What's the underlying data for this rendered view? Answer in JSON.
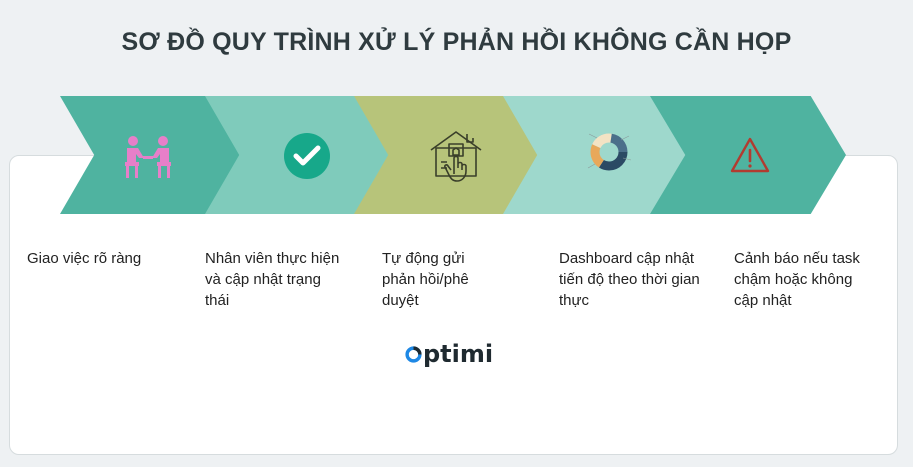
{
  "title": "SƠ ĐỒ QUY TRÌNH XỬ LÝ PHẢN HỒI KHÔNG CẦN HỌP",
  "steps": [
    {
      "label": "Giao việc rõ ràng",
      "icon": "people-meeting-icon"
    },
    {
      "label": "Nhân viên thực hiện và cập nhật trạng thái",
      "icon": "checkmark-icon"
    },
    {
      "label": "Tự động gửi phản hồi/phê duyệt",
      "icon": "smart-home-touch-icon"
    },
    {
      "label": "Dashboard cập nhật tiến độ theo thời gian thực",
      "icon": "donut-chart-icon"
    },
    {
      "label": "Cảnh báo nếu task chậm hoặc không cập nhật",
      "icon": "warning-icon"
    }
  ],
  "logo": {
    "text": "ptimi"
  },
  "colors": {
    "teal_dark": "#4fb3a0",
    "teal_light": "#7fcbbb",
    "olive": "#b7c47a",
    "mint": "#9ed8cc",
    "pink_icon": "#e77fc9",
    "check_green": "#17a88a",
    "logo_blue": "#1e88e5"
  }
}
